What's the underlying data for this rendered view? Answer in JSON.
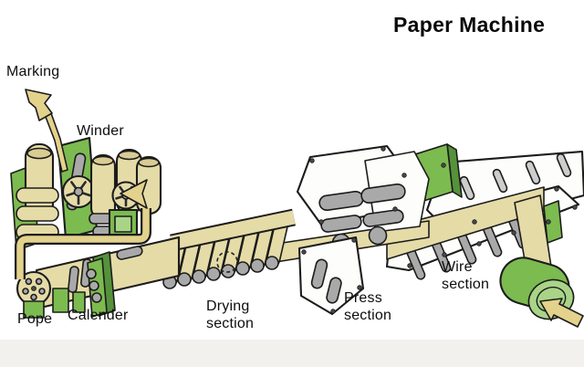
{
  "title": "Paper Machine",
  "labels": {
    "marking": "Marking",
    "winder": "Winder",
    "pope": "Pope",
    "calender": "Calender",
    "drying": {
      "line1": "Drying",
      "line2": "section"
    },
    "press": {
      "line1": "Press",
      "line2": "section"
    },
    "wire": {
      "line1": "Wire",
      "line2": "section"
    }
  },
  "colors": {
    "paper_tan": "#E5DBA7",
    "paper_tan_dark": "#D9CC93",
    "machine_green": "#7CBB50",
    "machine_green_light": "#A9D488",
    "machine_green_dark": "#55923B",
    "roller_gray": "#A9A9A9",
    "roller_gray_light": "#CDCDCD",
    "arrow_yellow": "#E3D28C",
    "outline": "#1C1C1C",
    "frame_white": "#FDFDFB",
    "background": "#FFFFFF"
  }
}
